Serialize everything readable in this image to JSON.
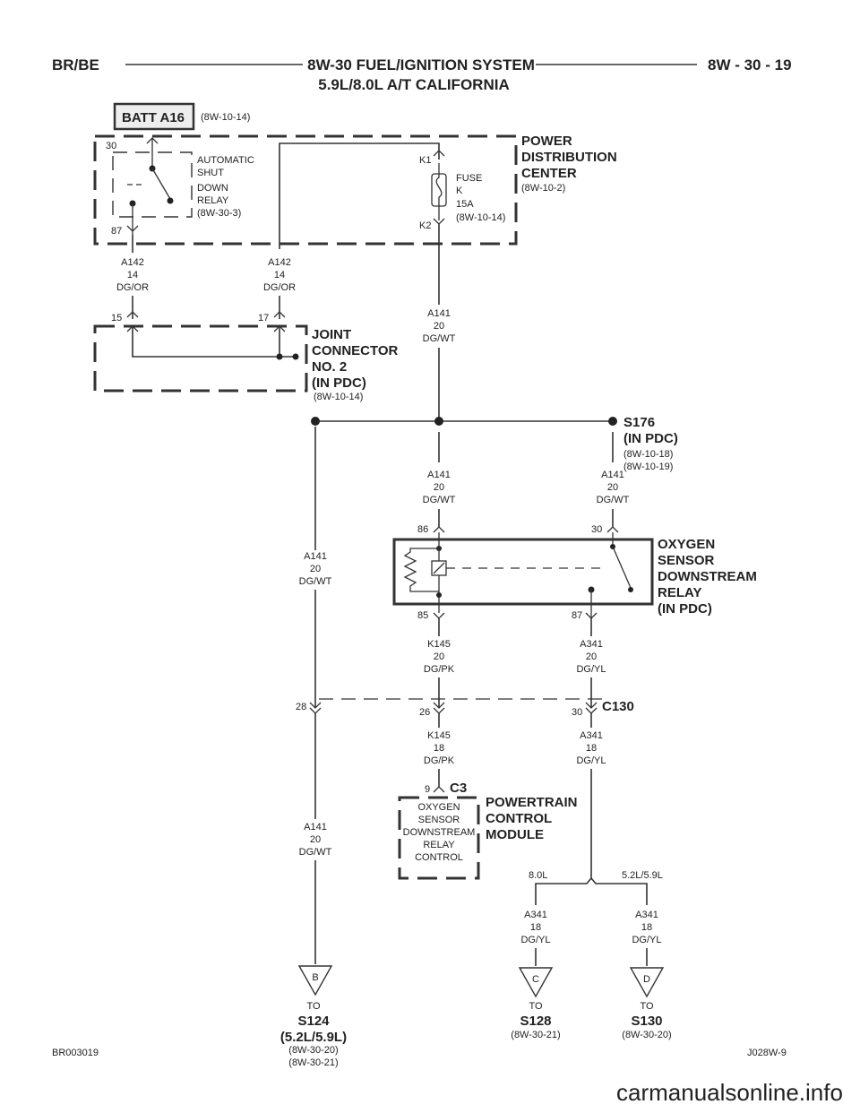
{
  "header": {
    "left": "BR/BE",
    "title_line1": "8W-30 FUEL/IGNITION SYSTEM",
    "title_line2": "5.9L/8.0L A/T CALIFORNIA",
    "right": "8W - 30 - 19"
  },
  "batt": {
    "label": "BATT A16",
    "ref": "(8W-10-14)"
  },
  "asd_relay": {
    "pin_top": "30",
    "pin_bottom": "87",
    "lines": [
      "AUTOMATIC",
      "SHUT",
      "DOWN",
      "RELAY",
      "(8W-30-3)"
    ]
  },
  "fuse": {
    "pin_top": "K1",
    "pin_bottom": "K2",
    "lines": [
      "FUSE",
      "K",
      "15A",
      "(8W-10-14)"
    ]
  },
  "pdc": {
    "lines": [
      "POWER",
      "DISTRIBUTION",
      "CENTER"
    ],
    "ref": "(8W-10-2)"
  },
  "wires": {
    "a142_left": [
      "A142",
      "14",
      "DG/OR"
    ],
    "a142_right": [
      "A142",
      "14",
      "DG/OR"
    ],
    "a141_fuse": [
      "A141",
      "20",
      "DG/WT"
    ],
    "a141_mid": [
      "A141",
      "20",
      "DG/WT"
    ],
    "a141_right": [
      "A141",
      "20",
      "DG/WT"
    ],
    "a141_left": [
      "A141",
      "20",
      "DG/WT"
    ],
    "a141_lower": [
      "A141",
      "20",
      "DG/WT"
    ],
    "k145_upper": [
      "K145",
      "20",
      "DG/PK"
    ],
    "a341_upper": [
      "A341",
      "20",
      "DG/YL"
    ],
    "k145_lower": [
      "K145",
      "18",
      "DG/PK"
    ],
    "a341_lower": [
      "A341",
      "18",
      "DG/YL"
    ],
    "a341_c": [
      "A341",
      "18",
      "DG/YL"
    ],
    "a341_d": [
      "A341",
      "18",
      "DG/YL"
    ]
  },
  "joint_connector": {
    "pin_left": "15",
    "pin_right": "17",
    "lines": [
      "JOINT",
      "CONNECTOR",
      "NO. 2",
      "(IN PDC)"
    ],
    "ref": "(8W-10-14)"
  },
  "splice_s176": {
    "lines": [
      "S176",
      "(IN PDC)"
    ],
    "refs": [
      "(8W-10-18)",
      "(8W-10-19)"
    ]
  },
  "o2_relay": {
    "pin_86": "86",
    "pin_30": "30",
    "pin_85": "85",
    "pin_87": "87",
    "lines": [
      "OXYGEN",
      "SENSOR",
      "DOWNSTREAM",
      "RELAY",
      "(IN PDC)"
    ]
  },
  "c130": {
    "label": "C130",
    "pin_28": "28",
    "pin_26": "26",
    "pin_30": "30"
  },
  "pcm": {
    "pin": "9",
    "connector": "C3",
    "inner_lines": [
      "OXYGEN",
      "SENSOR",
      "DOWNSTREAM",
      "RELAY",
      "CONTROL"
    ],
    "lines": [
      "POWERTRAIN",
      "CONTROL",
      "MODULE"
    ]
  },
  "branch": {
    "left": "8.0L",
    "right": "5.2L/5.9L"
  },
  "destinations": {
    "b": {
      "letter": "B",
      "to": "TO",
      "name": "S124",
      "sub": "(5.2L/5.9L)",
      "refs": [
        "(8W-30-20)",
        "(8W-30-21)"
      ]
    },
    "c": {
      "letter": "C",
      "to": "TO",
      "name": "S128",
      "refs": [
        "(8W-30-21)"
      ]
    },
    "d": {
      "letter": "D",
      "to": "TO",
      "name": "S130",
      "refs": [
        "(8W-30-20)"
      ]
    }
  },
  "footer": {
    "left": "BR003019",
    "right": "J028W-9"
  },
  "watermark": "carmanualsonline.info"
}
